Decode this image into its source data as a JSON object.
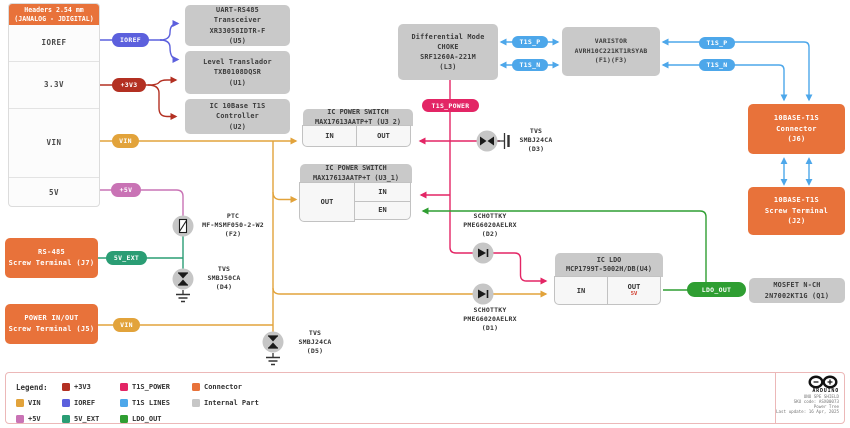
{
  "colors": {
    "p3v3": "#b33022",
    "t1s_power": "#e32565",
    "connector": "#e8723a",
    "vin": "#e2a33b",
    "ioref": "#5c60dd",
    "t1s_lines": "#4da7ea",
    "internal_part": "#c6c6c6",
    "p5v": "#c973b5",
    "sv_ext": "#2a9d74",
    "ldo_out": "#2f9e32"
  },
  "headers_panel": {
    "title": [
      "Headers 2.54 mm",
      "(JANALOG - JDIGITAL)"
    ],
    "rows": [
      "IOREF",
      "3.3V",
      "VIN",
      "5V"
    ]
  },
  "blocks": {
    "u5": [
      "UART-RS485",
      "Transceiver",
      "XR33058IDTR-F",
      "(U5)"
    ],
    "u1": [
      "Level Translador",
      "TXB0108DQSR",
      "(U1)"
    ],
    "u2": [
      "IC 10Base T1S",
      "Controller",
      "(U2)"
    ],
    "l3": [
      "Differential Mode",
      "CHOKE",
      "SRF1260A-221M",
      "(L3)"
    ],
    "f1f3": [
      "VARISTOR",
      "AVRH10C221KT1RSYAB",
      "(F1)(F3)"
    ],
    "q1": [
      "MOSFET N-CH",
      "2N7002KT1G (Q1)"
    ],
    "j6": [
      "10BASE-T1S",
      "Connector",
      "(J6)"
    ],
    "j2": [
      "10BASE-T1S",
      "Screw Terminal",
      "(J2)"
    ],
    "j7": [
      "RS-485",
      "Screw Terminal (J7)"
    ],
    "j5": [
      "POWER IN/OUT",
      "Screw Terminal (J5)"
    ],
    "u3_2": {
      "title": [
        "IC POWER SWITCH",
        "MAX17613AATP+T (U3_2)"
      ],
      "pins": {
        "in": "IN",
        "out": "OUT"
      }
    },
    "u3_1": {
      "title": [
        "IC POWER SWITCH",
        "MAX17613AATP+T (U3_1)"
      ],
      "pins": {
        "out": "OUT",
        "in": "IN",
        "en": "EN"
      }
    },
    "u4": {
      "title": [
        "IC LDO",
        "MCP1799T-5002H/DB(U4)"
      ],
      "pins": {
        "in": "IN",
        "out": "OUT",
        "out_voltage": "5V"
      }
    }
  },
  "components": {
    "d3": [
      "TVS",
      "SMBJ24CA",
      "(D3)"
    ],
    "d2": [
      "SCHOTTKY",
      "PMEG6020AELRX",
      "(D2)"
    ],
    "d1": [
      "SCHOTTKY",
      "PMEG6020AELRX",
      "(D1)"
    ],
    "f2": [
      "PTC",
      "MF-MSMF050-2-W2",
      "(F2)"
    ],
    "d4": [
      "TVS",
      "SMBJ50CA",
      "(D4)"
    ],
    "d5": [
      "TVS",
      "SMBJ24CA",
      "(D5)"
    ]
  },
  "pills": {
    "ioref": "IOREF",
    "p3v3": "+3V3",
    "vin1": "VIN",
    "p5v": "+5V",
    "sv_ext": "5V_EXT",
    "vin2": "VIN",
    "t1s_power": "T1S_POWER",
    "t1s_p_mid": "T1S_P",
    "t1s_n_mid": "T1S_N",
    "t1s_p_right": "T1S_P",
    "t1s_n_right": "T1S_N",
    "ldo_out": "LDO_OUT"
  },
  "legend": {
    "title": "Legend:",
    "items": [
      {
        "label": "+3V3",
        "color": "#b33022"
      },
      {
        "label": "T1S_POWER",
        "color": "#e32565"
      },
      {
        "label": "Connector",
        "color": "#e8723a"
      },
      {
        "label": "VIN",
        "color": "#e2a33b"
      },
      {
        "label": "IOREF",
        "color": "#5c60dd"
      },
      {
        "label": "T1S LINES",
        "color": "#4da7ea"
      },
      {
        "label": "Internal Part",
        "color": "#c6c6c6"
      },
      {
        "label": "+5V",
        "color": "#c973b5"
      },
      {
        "label": "5V_EXT",
        "color": "#2a9d74"
      },
      {
        "label": "LDO_OUT",
        "color": "#2f9e32"
      }
    ]
  },
  "title_block": {
    "brand": "ARDUINO",
    "info": [
      "UNO SPE SHIELD",
      "SKU code: ASX00073",
      "Power Tree",
      "Last update: 16 Apr, 2025"
    ]
  }
}
